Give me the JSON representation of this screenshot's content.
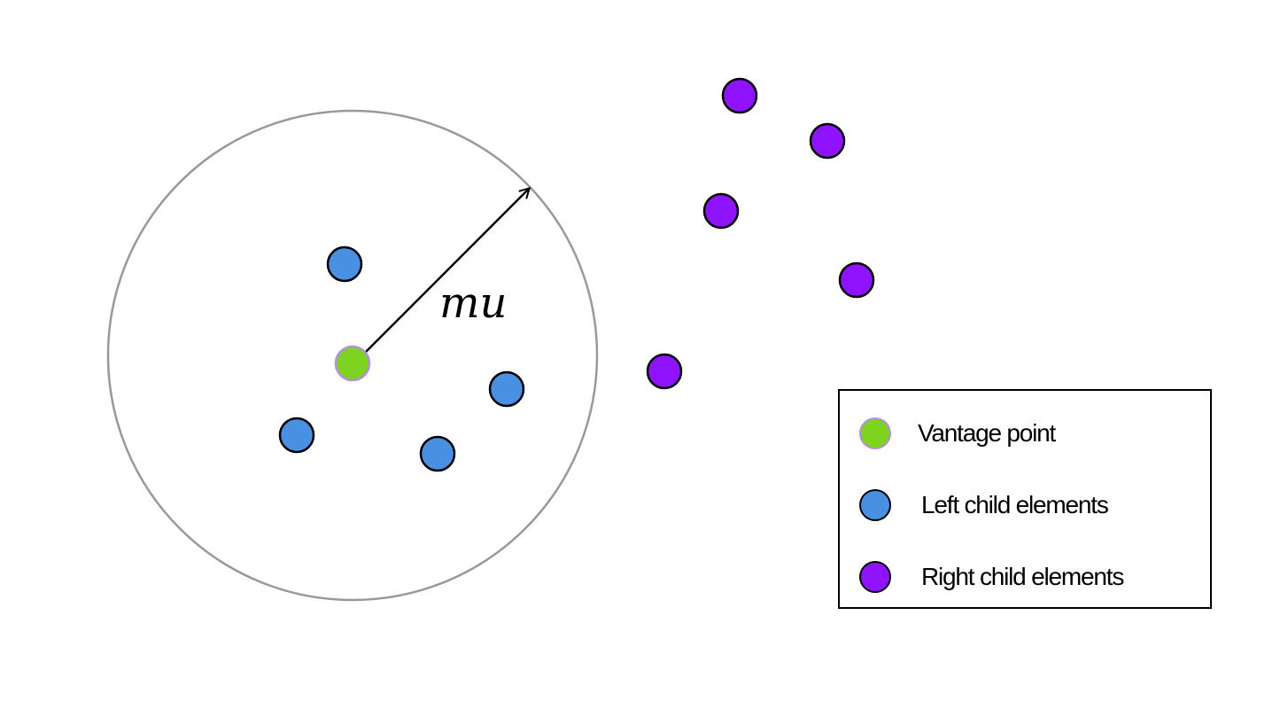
{
  "diagram": {
    "radius_label": "mu",
    "colors": {
      "vantage_fill": "#7ed321",
      "vantage_stroke": "#b48fe0",
      "left_fill": "#4a90e2",
      "right_fill": "#9013fe",
      "circle_stroke": "#999999"
    }
  },
  "legend": {
    "items": [
      {
        "label": "Vantage point",
        "kind": "vantage"
      },
      {
        "label": "Left child elements",
        "kind": "left"
      },
      {
        "label": "Right child elements",
        "kind": "right"
      }
    ]
  }
}
